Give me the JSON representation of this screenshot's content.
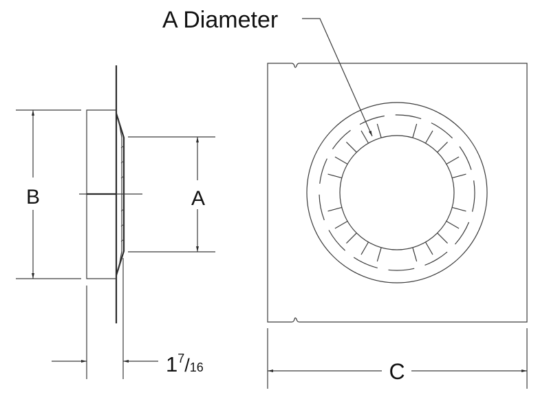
{
  "diagram": {
    "title_callout": "A Diameter",
    "side_view": {
      "dimension_b_label": "B",
      "dimension_a_label": "A",
      "depth_whole": "1",
      "depth_numerator": "7",
      "depth_denominator": "16"
    },
    "front_view": {
      "dimension_c_label": "C",
      "tick_count": 20
    },
    "line_color": "#3a3a3a",
    "background": "#ffffff"
  }
}
